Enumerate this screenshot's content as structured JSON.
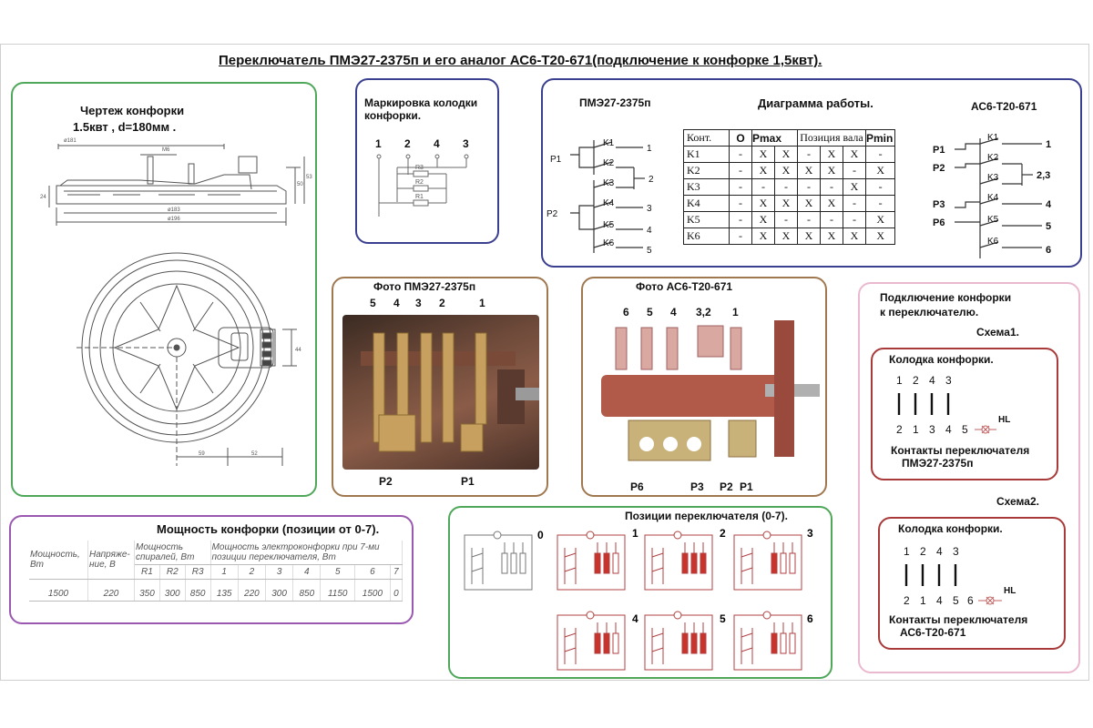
{
  "title": "Переключатель ПМЭ27-2375п и его аналог АС6-Т20-671(подключение к конфорке 1,5квт).",
  "hotplate": {
    "heading_line1": "Чертеж конфорки",
    "heading_line2": "1.5квт , d=180мм .",
    "dims": [
      "ø181",
      "M6",
      "53",
      "50",
      "24",
      "ø183",
      "ø196",
      "44",
      "59",
      "52"
    ]
  },
  "marking": {
    "heading_line1": "Маркировка колодки",
    "heading_line2": "конфорки.",
    "terminals": [
      "1",
      "2",
      "4",
      "3"
    ],
    "resistors": [
      "R3",
      "R2",
      "R1"
    ]
  },
  "work_diagram": {
    "left_label": "ПМЭ27-2375п",
    "heading": "Диаграмма работы.",
    "right_label": "АС6-Т20-671",
    "left_contacts": {
      "k": [
        "K1",
        "K2",
        "K3",
        "K4",
        "K5",
        "K6"
      ],
      "p": [
        "P1",
        "P2"
      ],
      "n": [
        "1",
        "2",
        "3",
        "4",
        "5"
      ]
    },
    "right_contacts": {
      "k": [
        "K1",
        "K2",
        "K3",
        "K4",
        "K5",
        "K6"
      ],
      "p": [
        "P1",
        "P2",
        "P3",
        "P6"
      ],
      "n": [
        "1",
        "2,3",
        "4",
        "5",
        "6"
      ]
    },
    "table": {
      "head": [
        "Конт.",
        "О",
        "Pmax",
        "Позиция вала",
        "Pmin"
      ],
      "rows": [
        [
          "K1",
          "-",
          "X",
          "X",
          "-",
          "X",
          "X",
          "-"
        ],
        [
          "K2",
          "-",
          "X",
          "X",
          "X",
          "X",
          "-",
          "X"
        ],
        [
          "K3",
          "-",
          "-",
          "-",
          "-",
          "-",
          "X",
          "-"
        ],
        [
          "K4",
          "-",
          "X",
          "X",
          "X",
          "X",
          "-",
          "-"
        ],
        [
          "K5",
          "-",
          "X",
          "-",
          "-",
          "-",
          "-",
          "X"
        ],
        [
          "K6",
          "-",
          "X",
          "X",
          "X",
          "X",
          "X",
          "X"
        ]
      ]
    }
  },
  "photo1": {
    "heading": "Фото  ПМЭ27-2375п",
    "top_numbers": [
      "5",
      "4",
      "3",
      "2",
      "1"
    ],
    "bottom": [
      "P2",
      "P1"
    ]
  },
  "photo2": {
    "heading": "Фото  АС6-Т20-671",
    "top_numbers": [
      "6",
      "5",
      "4",
      "3,2",
      "1"
    ],
    "bottom": [
      "P6",
      "P3",
      "P2",
      "P1"
    ]
  },
  "connection": {
    "heading_line1": "Подключение конфорки",
    "heading_line2": "к переключателю.",
    "scheme1": {
      "title": "Схема1.",
      "block": "Колодка конфорки.",
      "top": [
        "1",
        "2",
        "4",
        "3"
      ],
      "bottom": [
        "2",
        "1",
        "3",
        "4",
        "5"
      ],
      "hl": "HL",
      "contacts_line1": "Контакты переключателя",
      "contacts_line2": "ПМЭ27-2375п"
    },
    "scheme2": {
      "title": "Схема2.",
      "block": "Колодка конфорки.",
      "top": [
        "1",
        "2",
        "4",
        "3"
      ],
      "bottom": [
        "2",
        "1",
        "4",
        "5",
        "6"
      ],
      "hl": "HL",
      "contacts_line1": "Контакты переключателя",
      "contacts_line2": "АС6-Т20-671"
    }
  },
  "power": {
    "heading": "Мощность конфорки (позиции от 0-7).",
    "col_power": "Мощность, Вт",
    "col_voltage": "Напряже-ние, В",
    "col_resist": "Мощность спиралей, Вт",
    "col_levels": "Мощность электроконфорки при 7-ми позиции переключателя, Вт",
    "resist_heads": [
      "R1",
      "R2",
      "R3"
    ],
    "level_heads": [
      "1",
      "2",
      "3",
      "4",
      "5",
      "6",
      "7"
    ],
    "row": {
      "power": "1500",
      "voltage": "220",
      "resist": [
        "350",
        "300",
        "850"
      ],
      "levels": [
        "135",
        "220",
        "300",
        "850",
        "1150",
        "1500",
        "0"
      ]
    }
  },
  "positions": {
    "heading": "Позиции переключателя (0-7).",
    "labels": [
      "0",
      "1",
      "2",
      "3",
      "4",
      "5",
      "6"
    ]
  }
}
